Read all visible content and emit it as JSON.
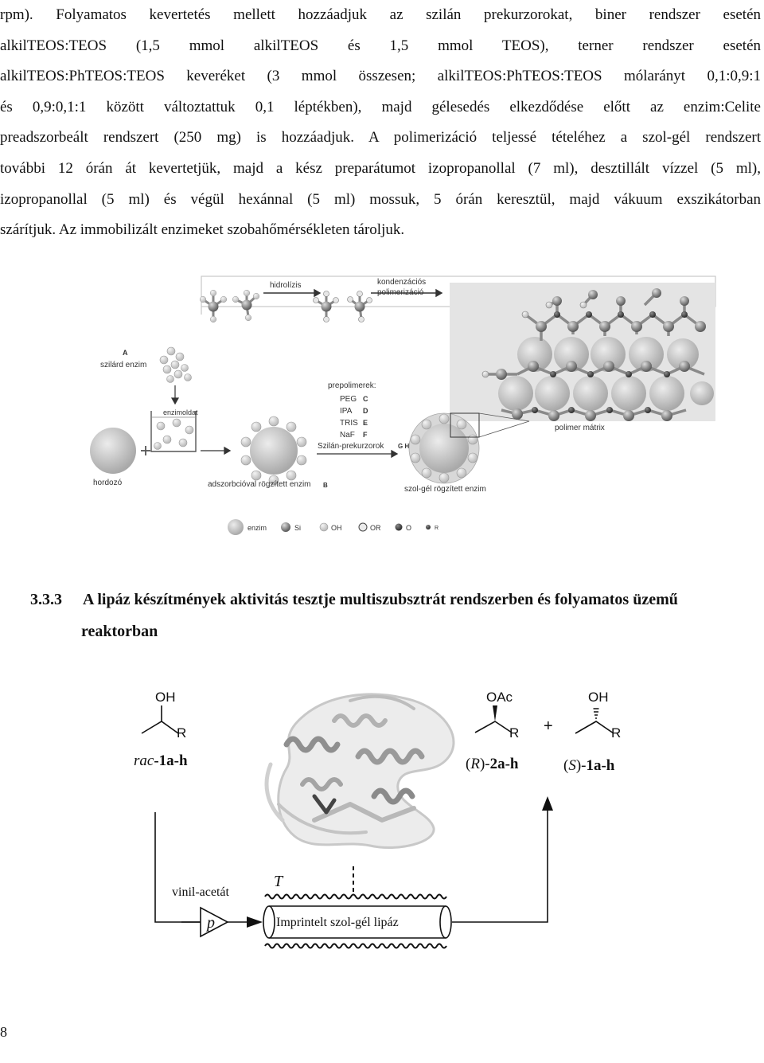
{
  "paragraph": {
    "lines": [
      "rpm). Folyamatos kevertetés mellett hozzáadjuk az szilán prekurzorokat, biner rendszer esetén",
      "alkilTEOS:TEOS (1,5 mmol alkilTEOS és 1,5 mmol TEOS), terner rendszer esetén",
      "alkilTEOS:PhTEOS:TEOS keveréket (3 mmol összesen; alkilTEOS:PhTEOS:TEOS mólarányt 0,1:0,9:1",
      "és 0,9:0,1:1 között változtattuk 0,1 léptékben), majd gélesedés elkezdődése előtt az enzim:Celite",
      "preadszorbeált rendszert (250 mg) is hozzáadjuk. A polimerizáció teljessé tételéhez a szol-gél rendszert",
      "további 12 órán át kevertetjük, majd a kész preparátumot izopropanollal (7 ml), desztillált vízzel (5 ml),",
      "izopropanollal (5 ml) és végül hexánnal (5 ml) mossuk, 5 órán keresztül, majd vákuum exszikátorban",
      "szárítjuk. Az immobilizált enzimeket szobahőmérsékleten tároljuk."
    ]
  },
  "figure1": {
    "hidrolizis": "hidrolízis",
    "kondenzacios": "kondenzációs",
    "polimerizacio": "polimerizáció",
    "label_a": "A",
    "szilard_enzim": "szilárd enzim",
    "prepolimerek": "prepolimerek:",
    "prepolymers": [
      {
        "name": "PEG",
        "letter": "C"
      },
      {
        "name": "IPA",
        "letter": "D"
      },
      {
        "name": "TRIS",
        "letter": "E"
      },
      {
        "name": "NaF",
        "letter": "F"
      }
    ],
    "szilan_prekurzorok": "Szilán-prekurzorok",
    "gh": "G H",
    "enzimoldat": "enzimoldat",
    "hordozo": "hordozó",
    "adszorbcioval": "adszorbcióval rögzített enzim",
    "label_b": "B",
    "szol_gel": "szol-gél rögzített enzim",
    "polimer_matrix": "polimer mátrix",
    "legend": {
      "enzim": "enzim",
      "si": "Si",
      "oh": "OH",
      "or": "OR",
      "o": "O",
      "r": "R"
    }
  },
  "section": {
    "number": "3.3.3",
    "title_line1": "A lipáz készítmények aktivitás tesztje multiszubsztrát rendszerben és folyamatos üzemű",
    "title_line2": "reaktorban"
  },
  "scheme": {
    "oh_left": "OH",
    "r_left": "R",
    "rac_italic": "rac",
    "rac_bold": "-1a-h",
    "oac": "OAc",
    "r_mid": "R",
    "plus": "+",
    "oh_right": "OH",
    "r_right": "R",
    "prod1_pre": "(",
    "prod1_it": "R",
    "prod1_post": ")-",
    "prod1_bold": "2a-h",
    "prod2_pre": "(",
    "prod2_it": "S",
    "prod2_post": ")-",
    "prod2_bold": "1a-h",
    "vinil_acetat": "vinil-acetát",
    "t_label": "T",
    "p_label": "p",
    "reactor_label": "Imprintelt szol-gél lipáz"
  },
  "page_number": "8"
}
